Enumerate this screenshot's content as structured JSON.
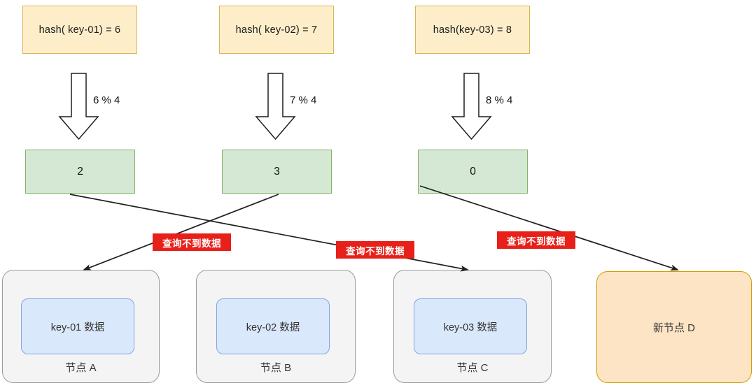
{
  "diagram": {
    "title": "hash routing with new node D",
    "colors": {
      "hash_fill": "#fdeec9",
      "hash_stroke": "#d6b656",
      "index_fill": "#d5e8d4",
      "index_stroke": "#82b366",
      "node_fill": "#f4f4f4",
      "node_stroke": "#9a9a9a",
      "data_fill": "#dae8fc",
      "data_stroke": "#7ea6e0",
      "new_node_fill": "#fce4c4",
      "new_node_stroke": "#d79b00",
      "warning_fill": "#e8201a",
      "warning_text": "#ffffff",
      "line_stroke": "#1f1f1f"
    },
    "hash_boxes": [
      {
        "label": "hash( key-01) = 6"
      },
      {
        "label": "hash( key-02) = 7"
      },
      {
        "label": "hash(key-03) = 8"
      }
    ],
    "mod_labels": [
      {
        "label": "6 % 4"
      },
      {
        "label": "7 % 4"
      },
      {
        "label": "8 % 4"
      }
    ],
    "index_boxes": [
      {
        "label": "2"
      },
      {
        "label": "3"
      },
      {
        "label": "0"
      }
    ],
    "nodes": [
      {
        "data_label": "key-01 数据",
        "name_label": "节点 A"
      },
      {
        "data_label": "key-02 数据",
        "name_label": "节点 B"
      },
      {
        "data_label": "key-03 数据",
        "name_label": "节点 C"
      }
    ],
    "new_node": {
      "label": "新节点 D"
    },
    "warnings": [
      {
        "label": "查询不到数据"
      },
      {
        "label": "查询不到数据"
      },
      {
        "label": "查询不到数据"
      }
    ]
  }
}
